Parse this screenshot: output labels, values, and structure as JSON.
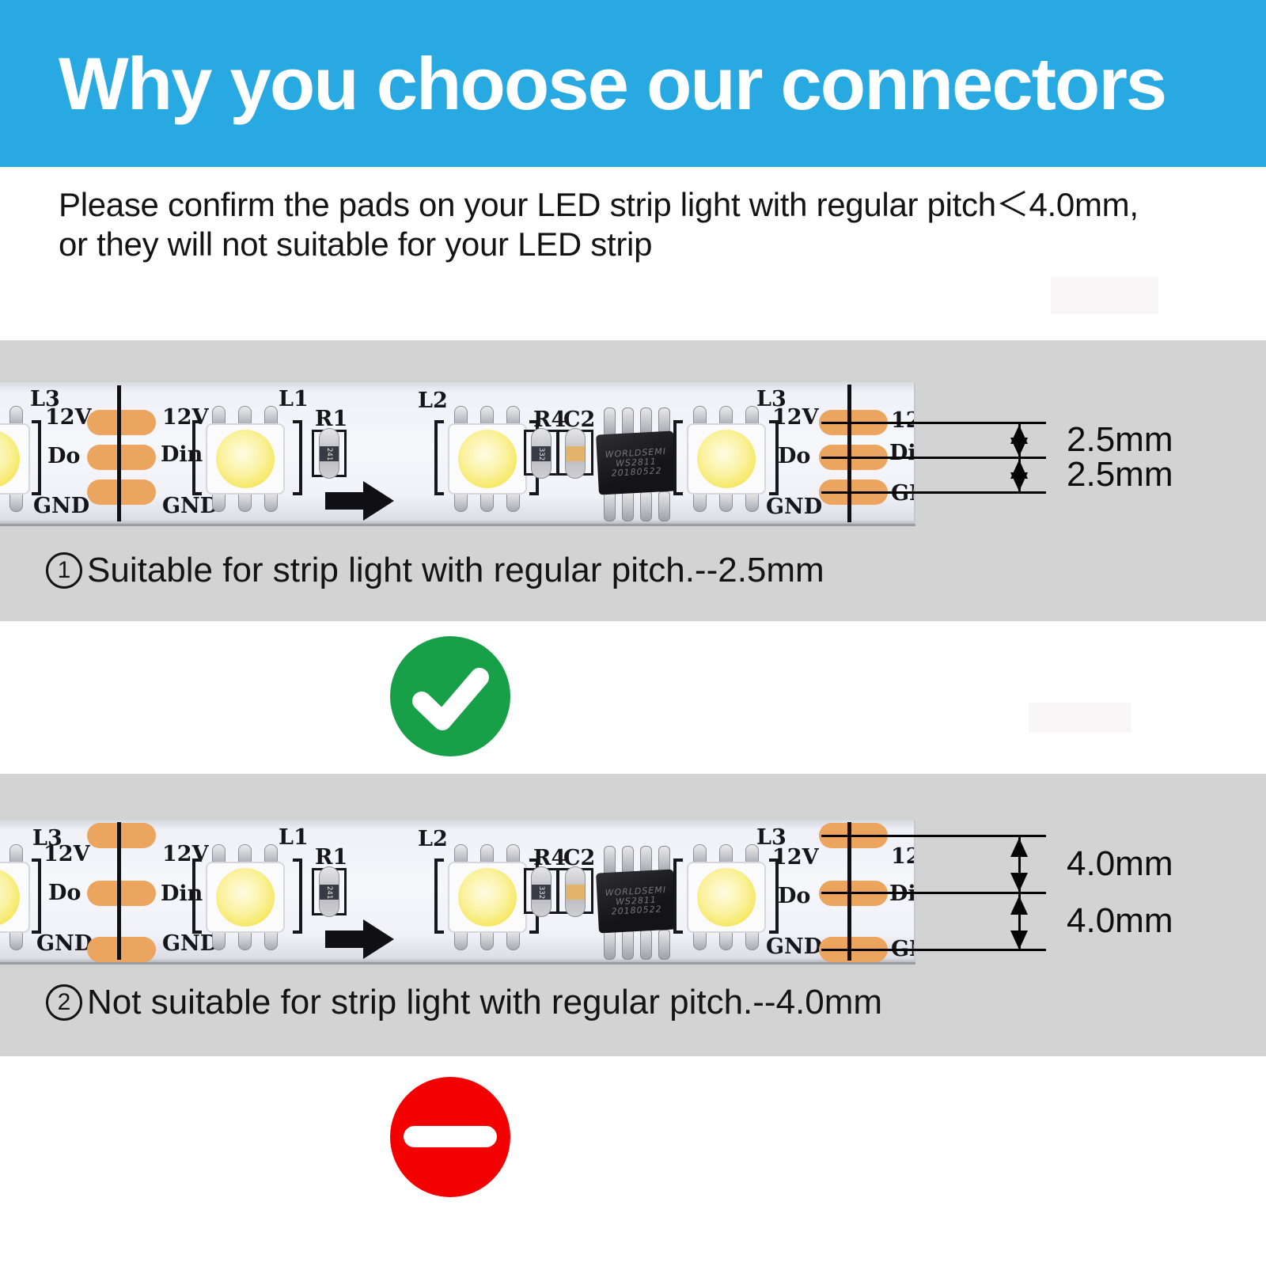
{
  "header": {
    "title": "Why you choose our connectors",
    "bg_color": "#29a9e1"
  },
  "intro": {
    "line1": "Please confirm the pads on your LED strip light with regular pitch＜4.0mm,",
    "line2": "or they will not suitable for your LED strip"
  },
  "colors": {
    "header_bg": "#29a9e1",
    "band_bg": "#d3d3d3",
    "solder_pad": "#eca55f",
    "check_green": "#18a048",
    "stop_red": "#f30000"
  },
  "pcb": {
    "labels": {
      "l1": "L1",
      "l2": "L2",
      "l3": "L3",
      "v12": "12V",
      "dout": "Do",
      "din": "Din",
      "gnd": "GND",
      "r1": "R1",
      "r4": "R4",
      "c2": "C2"
    },
    "r1_value": "241",
    "r4_value": "332",
    "chip": {
      "line1": "WORLDSEMI",
      "line2": "WS2811",
      "line3": "20180522"
    }
  },
  "section1": {
    "number": "1",
    "caption": "Suitable for strip light with regular pitch.--2.5mm",
    "pitch_mm": 2.5,
    "dim_top": "2.5mm",
    "dim_bottom": "2.5mm",
    "verdict": "suitable",
    "verdict_icon": "check-circle"
  },
  "section2": {
    "number": "2",
    "caption": "Not suitable for strip light with regular pitch.--4.0mm",
    "pitch_mm": 4.0,
    "dim_top": "4.0mm",
    "dim_bottom": "4.0mm",
    "verdict": "not-suitable",
    "verdict_icon": "no-entry-circle"
  }
}
